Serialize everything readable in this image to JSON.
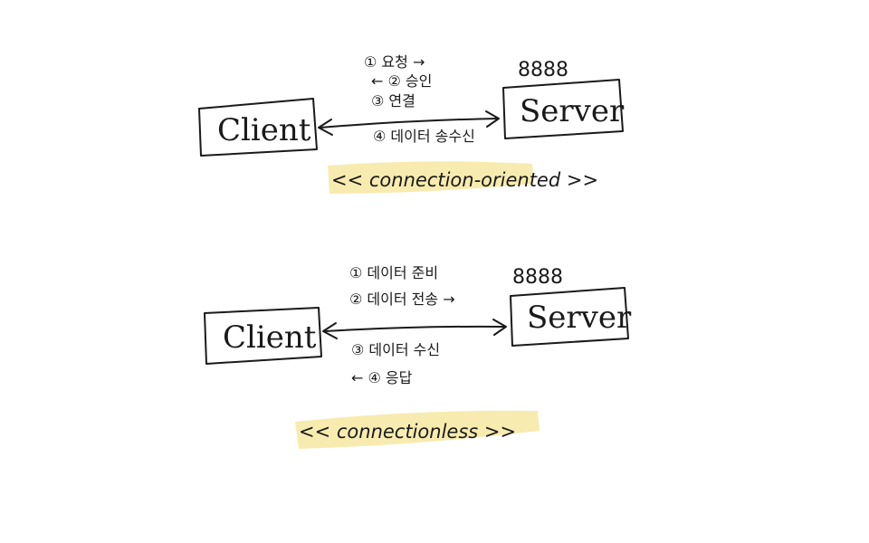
{
  "colors": {
    "ink": "#1a1a1a",
    "highlight": "#f7e9a6"
  },
  "diagram1": {
    "client_label": "Client",
    "server_label": "Server",
    "port": "8888",
    "steps": [
      "① 요청 →",
      "← ② 승인",
      "③ 연결",
      "④ 데이터 송수신"
    ],
    "caption": "<< connection-oriented >>"
  },
  "diagram2": {
    "client_label": "Client",
    "server_label": "Server",
    "port": "8888",
    "steps": [
      "① 데이터 준비",
      "② 데이터 전송 →",
      "③ 데이터 수신",
      "← ④ 응답"
    ],
    "caption": "<< connectionless >>"
  }
}
